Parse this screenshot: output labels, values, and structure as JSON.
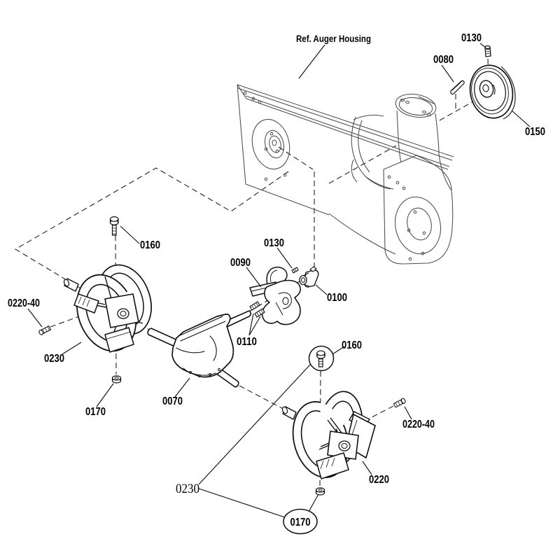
{
  "diagram": {
    "type": "exploded-parts-diagram",
    "ref_label": "Ref. Auger Housing",
    "colors": {
      "background": "#ffffff",
      "part_line": "#111111",
      "housing_line": "#4d4d4d",
      "dash_line": "#222222"
    },
    "callouts": {
      "c0130_top": "0130",
      "c0080": "0080",
      "c0150": "0150",
      "c0160_left": "0160",
      "c0130_mid": "0130",
      "c0090": "0090",
      "c0100": "0100",
      "c0110": "0110",
      "c0220_40_left": "0220-40",
      "c0230_left": "0230",
      "c0170_left": "0170",
      "c0070": "0070",
      "c0160_right": "0160",
      "c0220_40_right": "0220-40",
      "c0220": "0220",
      "c0230_serif": "0230",
      "c0170_right": "0170"
    }
  }
}
